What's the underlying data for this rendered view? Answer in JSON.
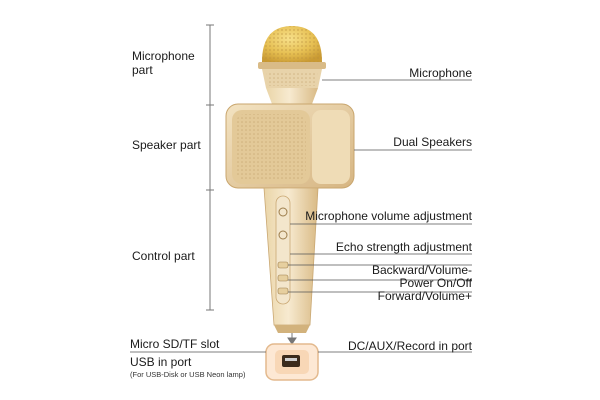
{
  "groups": {
    "microphone_part": [
      "Microphone",
      "part"
    ],
    "speaker_part": "Speaker part",
    "control_part": "Control part"
  },
  "callouts": {
    "microphone": "Microphone",
    "dual_speakers": "Dual Speakers",
    "mic_volume": "Microphone volume adjustment",
    "echo": "Echo strength adjustment",
    "backward": "Backward/Volume-",
    "power": "Power On/Off",
    "forward": "Forward/Volume+",
    "dc_aux": "DC/AUX/Record in port"
  },
  "bottom_left": {
    "sd_slot": "Micro SD/TF slot",
    "usb_port": "USB in port",
    "usb_note": "(For USB-Disk or  USB Neon lamp)"
  },
  "colors": {
    "gold_light": "#f2dfb8",
    "gold_mid": "#e6cc9b",
    "gold_dark": "#c9a66e",
    "mesh_top": "#e8c25a",
    "line": "#555555"
  }
}
